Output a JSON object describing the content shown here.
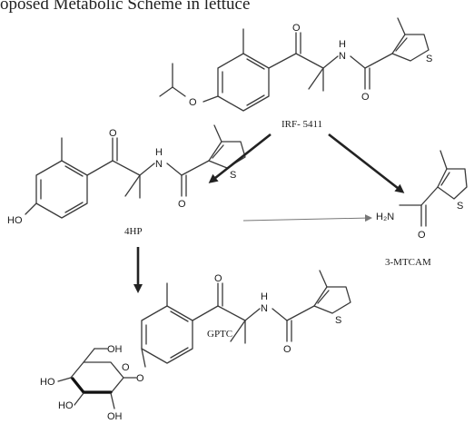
{
  "title": "oposed Metabolic Scheme in lettuce",
  "compounds": {
    "parent": "IRF- 5411",
    "metabolite_4hp": "4HP",
    "metabolite_3mtcam": "3-MTCAM",
    "metabolite_gptc": "GPTC"
  },
  "atoms": {
    "o": "O",
    "nh": "H",
    "n": "N",
    "s": "S",
    "ho": "HO",
    "oh": "OH",
    "h2n": "H₂N"
  }
}
